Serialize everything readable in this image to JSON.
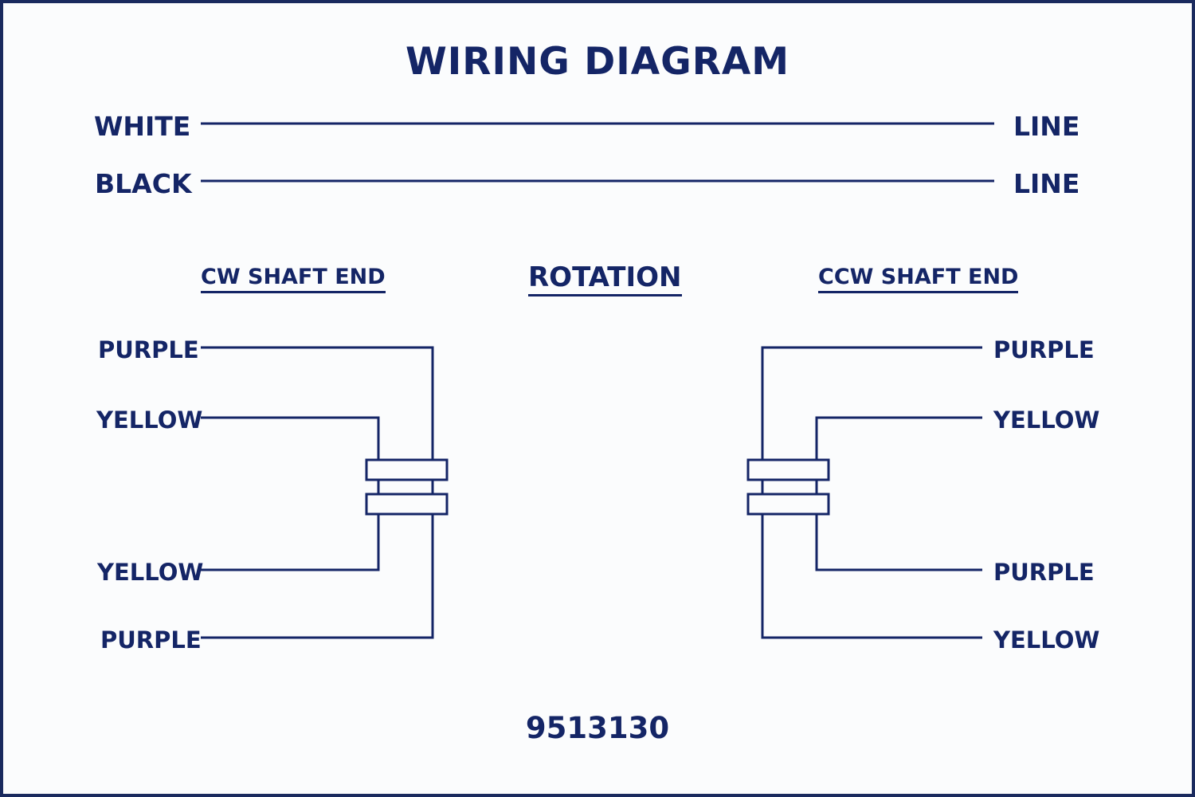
{
  "title": "WIRING DIAGRAM",
  "supply": [
    {
      "wire": "WHITE",
      "to": "LINE"
    },
    {
      "wire": "BLACK",
      "to": "LINE"
    }
  ],
  "sections": {
    "cw": "CW SHAFT END",
    "rotation": "ROTATION",
    "ccw": "CCW SHAFT END"
  },
  "cw_wires": [
    "PURPLE",
    "YELLOW",
    "YELLOW",
    "PURPLE"
  ],
  "ccw_wires": [
    "PURPLE",
    "YELLOW",
    "PURPLE",
    "YELLOW"
  ],
  "part_number": "9513130",
  "colors": {
    "ink": "#142566",
    "background": "#fbfcfd"
  }
}
